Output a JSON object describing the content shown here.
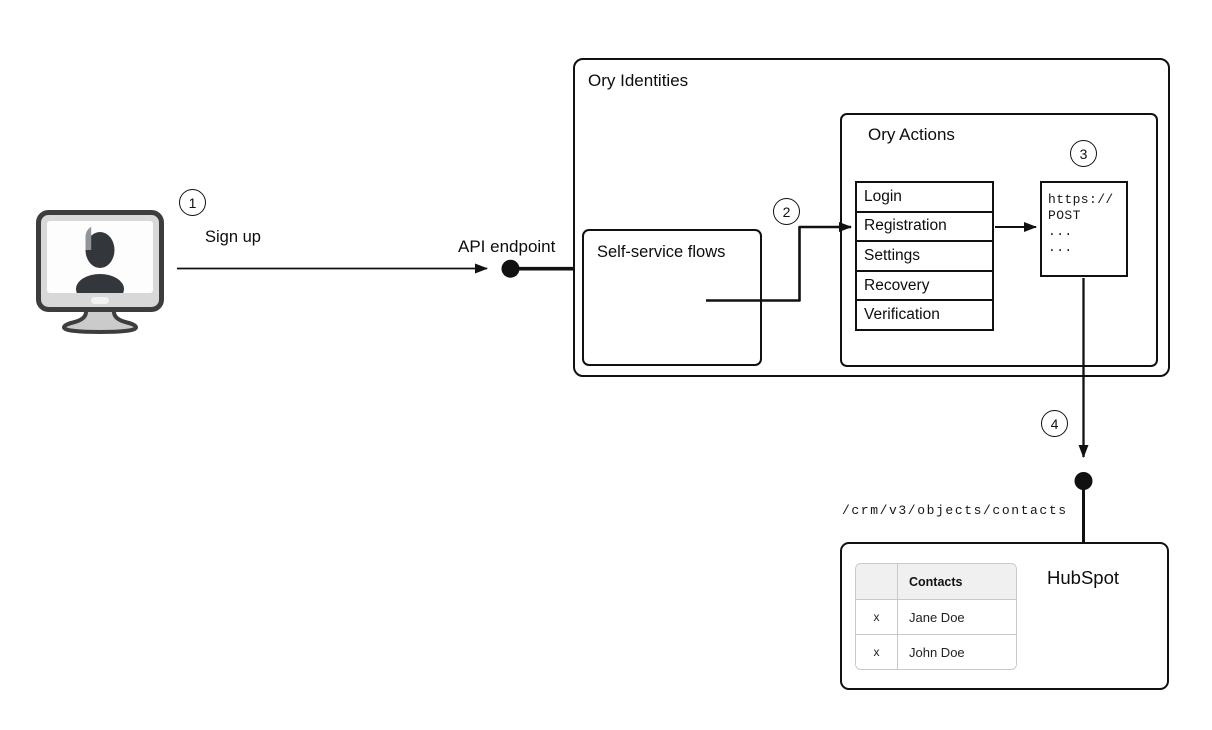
{
  "diagram": {
    "steps": {
      "s1": "1",
      "s2": "2",
      "s3": "3",
      "s4": "4"
    },
    "user": {
      "signup_label": "Sign up"
    },
    "api_endpoint_label": "API endpoint",
    "ory_identities": {
      "title": "Ory Identities",
      "self_service_flows": {
        "title": "Self-service flows"
      },
      "ory_actions": {
        "title": "Ory Actions",
        "flows": [
          "Login",
          "Registration",
          "Settings",
          "Recovery",
          "Verification"
        ],
        "webhook_lines": [
          "https://",
          "POST",
          "...",
          "..."
        ]
      }
    },
    "hubspot": {
      "title": "HubSpot",
      "endpoint_path": "/crm/v3/objects/contacts",
      "contacts_table": {
        "headers": [
          "",
          "Contacts"
        ],
        "rows": [
          [
            "x",
            "Jane Doe"
          ],
          [
            "x",
            "John Doe"
          ]
        ]
      }
    },
    "colors": {
      "line": "#111111",
      "table_header_bg": "#f0f0f0",
      "monitor_body": "#d8d8d8",
      "silhouette": "#33373c"
    }
  }
}
